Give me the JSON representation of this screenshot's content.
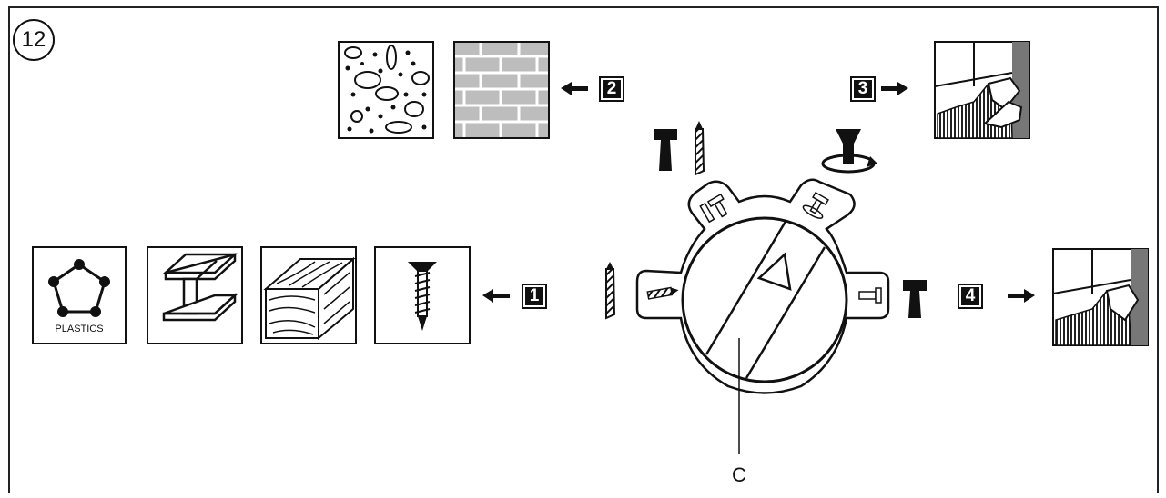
{
  "figure": {
    "number": "12"
  },
  "modes": [
    {
      "number": "1",
      "label": "drilling"
    },
    {
      "number": "2",
      "label": "hammer drilling"
    },
    {
      "number": "3",
      "label": "chiselling (rotation lock-off)"
    },
    {
      "number": "4",
      "label": "chiselling"
    }
  ],
  "materials": {
    "plastics_caption": "PLASTICS"
  },
  "callout": {
    "selector_letter": "C"
  },
  "icons": [
    "drill-bit-icon",
    "hammer-icon",
    "chisel-rotate-icon",
    "screw-icon",
    "steel-beam-icon",
    "wood-icon",
    "concrete-icon",
    "brick-icon",
    "tile-removal-icon",
    "plastics-icon",
    "mode-selector-dial"
  ]
}
